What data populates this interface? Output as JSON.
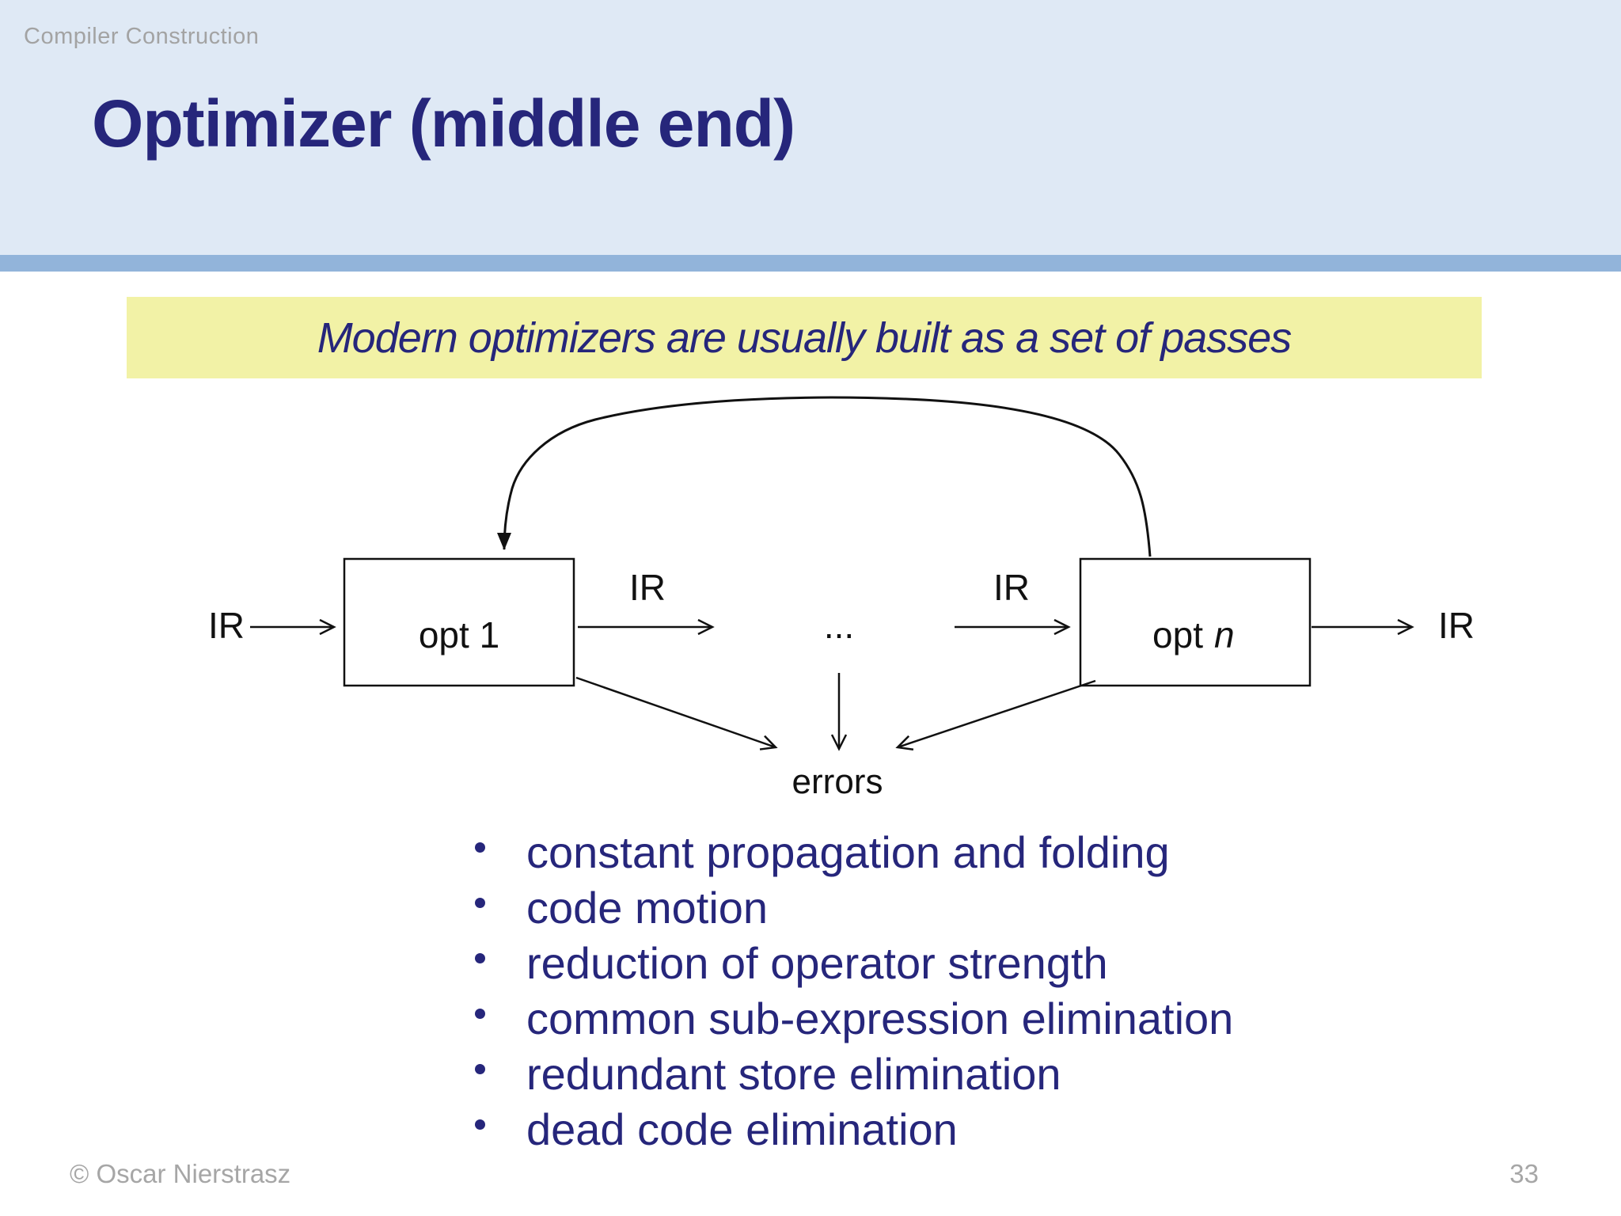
{
  "slide": {
    "header": {
      "course_label": "Compiler Construction"
    },
    "title": "Optimizer (middle end)",
    "callout": "Modern optimizers are usually built as a set of passes",
    "diagram": {
      "input_label": "IR",
      "between_label_1": "IR",
      "between_label_2": "IR",
      "output_label": "IR",
      "box1_label": "opt 1",
      "box2_label_prefix": "opt",
      "box2_label_suffix": "n",
      "ellipsis": "...",
      "errors_label": "errors"
    },
    "bullets": [
      "constant propagation and folding",
      "code motion",
      "reduction of operator strength",
      "common sub-expression elimination",
      "redundant store elimination",
      "dead code elimination"
    ],
    "footer": {
      "copyright": "© Oscar Nierstrasz",
      "page_number": "33"
    }
  },
  "colors": {
    "header_band": "#dfe9f5",
    "accent_strip": "#92b4da",
    "navy_text": "#26267b",
    "muted_gray": "#a6a6a6",
    "highlight_yellow": "#f2f2a6",
    "diagram_ink": "#111111"
  }
}
